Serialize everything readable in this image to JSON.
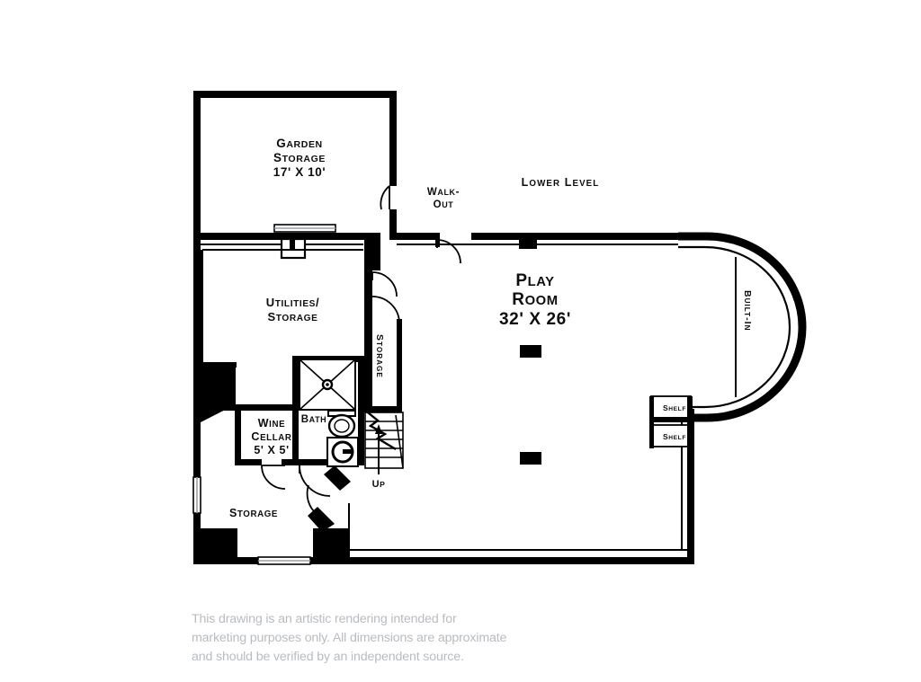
{
  "plan": {
    "title": "Lower Level",
    "rooms": [
      {
        "key": "garden_storage",
        "name": "Garden\nStorage",
        "dimensions": "17' x 10'",
        "label": "Garden\nStorage\n17' x 10'"
      },
      {
        "key": "walk_out",
        "name": "Walk-\nOut",
        "dimensions": "",
        "label": "Walk-\nOut"
      },
      {
        "key": "play_room",
        "name": "Play\nRoom",
        "dimensions": "32' x 26'",
        "label": "Play\nRoom\n32' x 26'"
      },
      {
        "key": "utilities_storage",
        "name": "Utilities/\nStorage",
        "dimensions": "",
        "label": "Utilities/\nStorage"
      },
      {
        "key": "wine_cellar",
        "name": "Wine\nCellar",
        "dimensions": "5' x 5'",
        "label": "Wine\nCellar\n5' x 5'"
      },
      {
        "key": "bath",
        "name": "Bath",
        "dimensions": "",
        "label": "Bath"
      },
      {
        "key": "storage_lower_left",
        "name": "Storage",
        "dimensions": "",
        "label": "Storage"
      },
      {
        "key": "storage_closet",
        "name": "Storage",
        "dimensions": "",
        "label": "Storage"
      }
    ],
    "annotations": {
      "stair_direction": "Up",
      "built_in": "Built-In",
      "shelf_upper": "Shelf",
      "shelf_lower": "Shelf"
    },
    "colors": {
      "wall": "#000000",
      "background": "#ffffff",
      "text": "#0d0d0d",
      "disclaimer_text": "#b9bcc0",
      "window_fill": "#d8dadc"
    }
  },
  "disclaimer": {
    "line1": "This drawing is an artistic rendering intended for",
    "line2": "marketing purposes only. All dimensions are approximate",
    "line3": "and should be verified by an independent source."
  }
}
